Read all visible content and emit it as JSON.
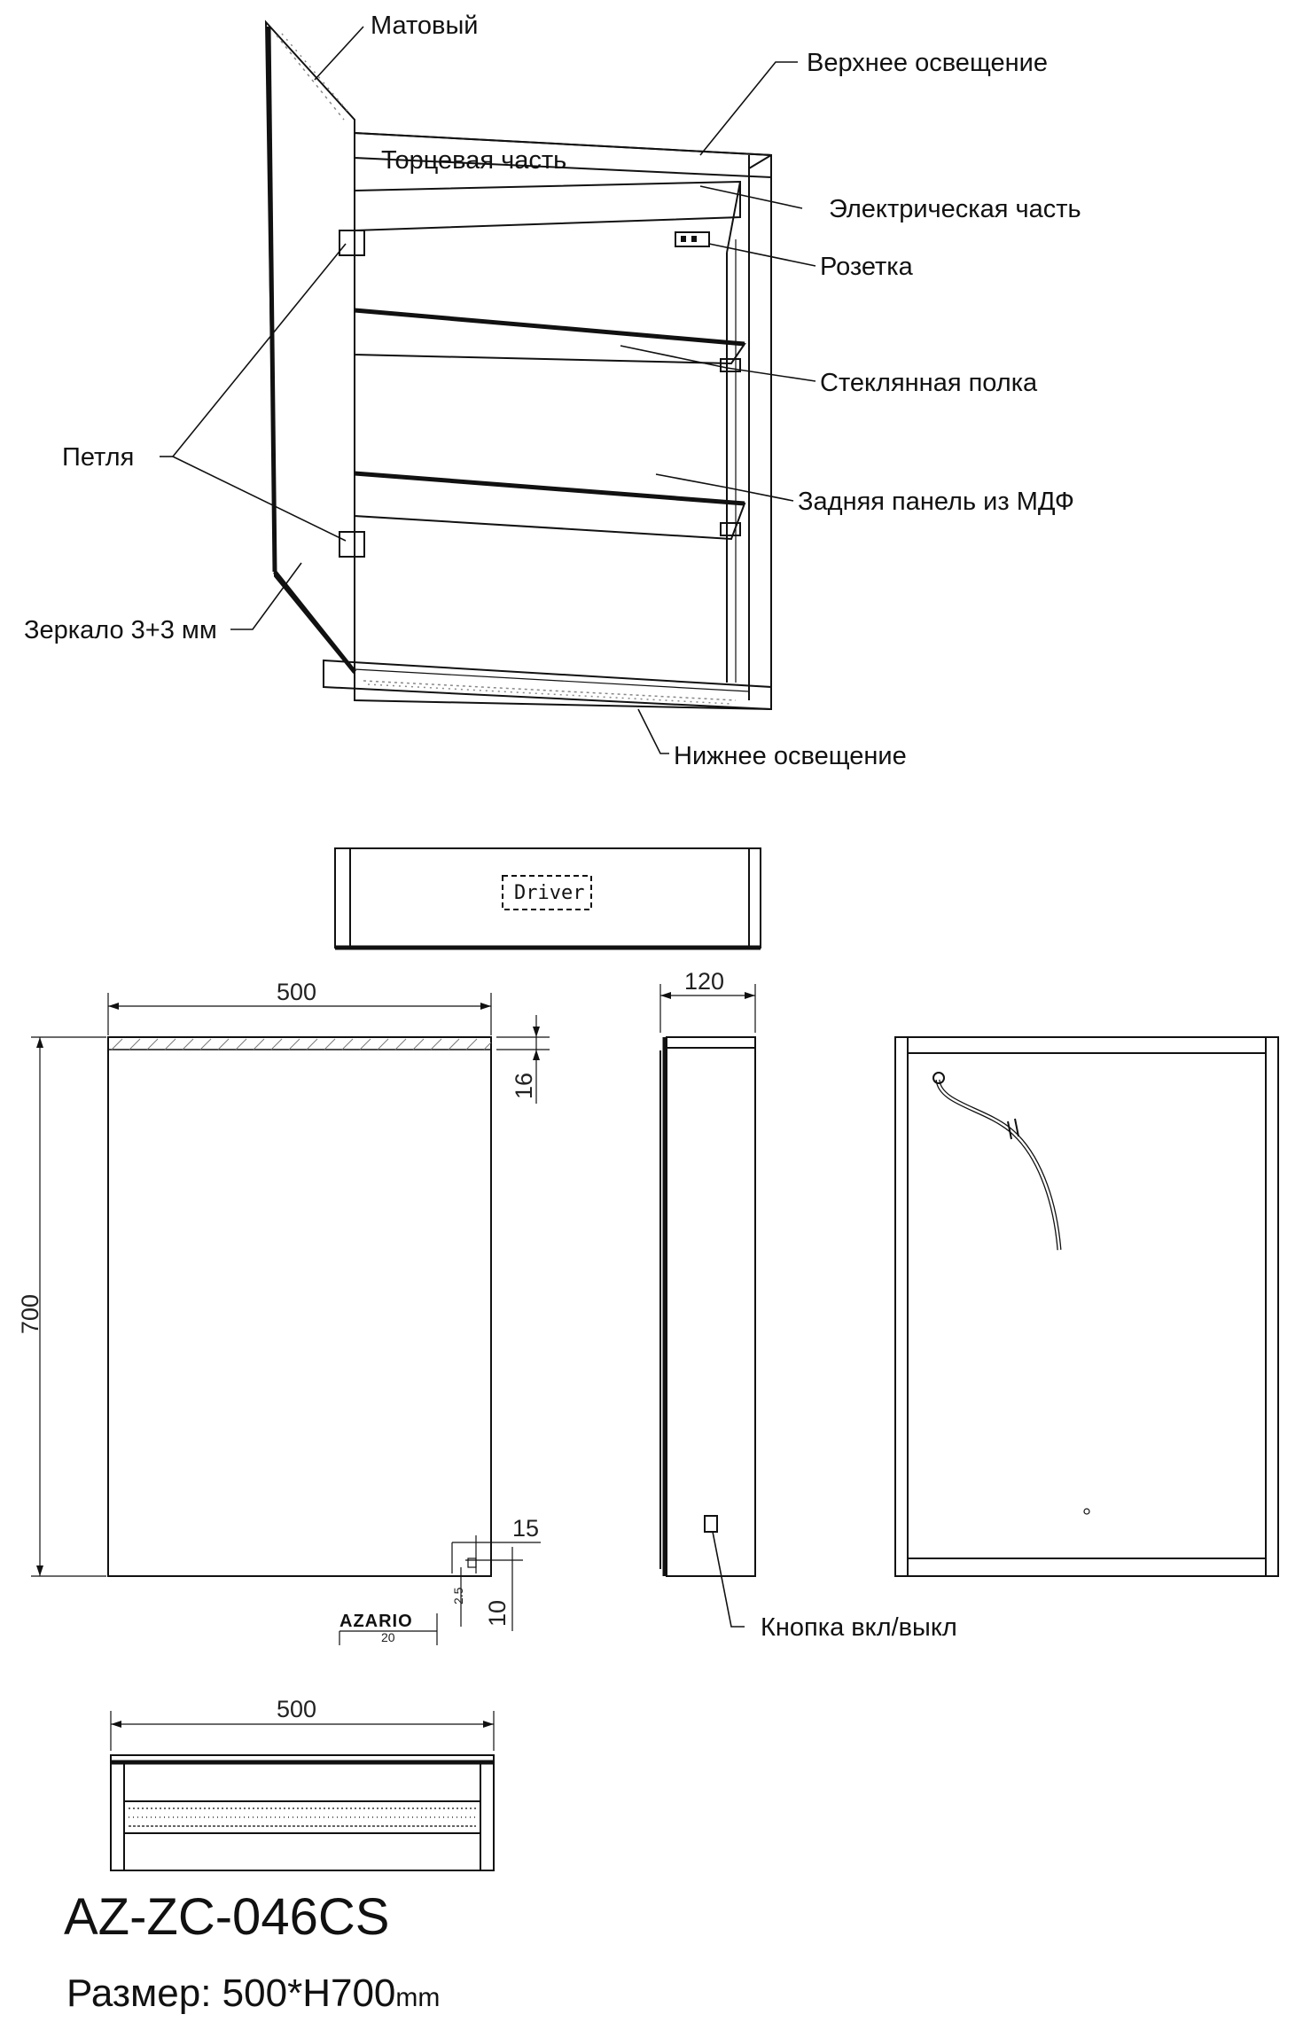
{
  "labels": {
    "matte": "Матовый",
    "top_light": "Верхнее освещение",
    "end_part": "Торцевая часть",
    "electrical": "Электрическая часть",
    "socket": "Розетка",
    "glass_shelf": "Стеклянная полка",
    "hinge": "Петля",
    "back_panel": "Задняя панель из МДФ",
    "mirror": "Зеркало 3+3 мм",
    "bottom_light": "Нижнее освещение",
    "driver": "Driver",
    "switch": "Кнопка вкл/выкл"
  },
  "dimensions": {
    "width": "500",
    "depth": "120",
    "height": "700",
    "top_strip": "16",
    "side_offset": "15",
    "bottom_offset": "10",
    "logo_height": "2.5",
    "logo_width": "20",
    "bottom_width": "500",
    "bottom_width_ghost": "500"
  },
  "logo": "AZARIO",
  "title": {
    "model": "AZ-ZC-046CS",
    "size_prefix": "Размер: 500*H700",
    "size_unit": "mm"
  }
}
